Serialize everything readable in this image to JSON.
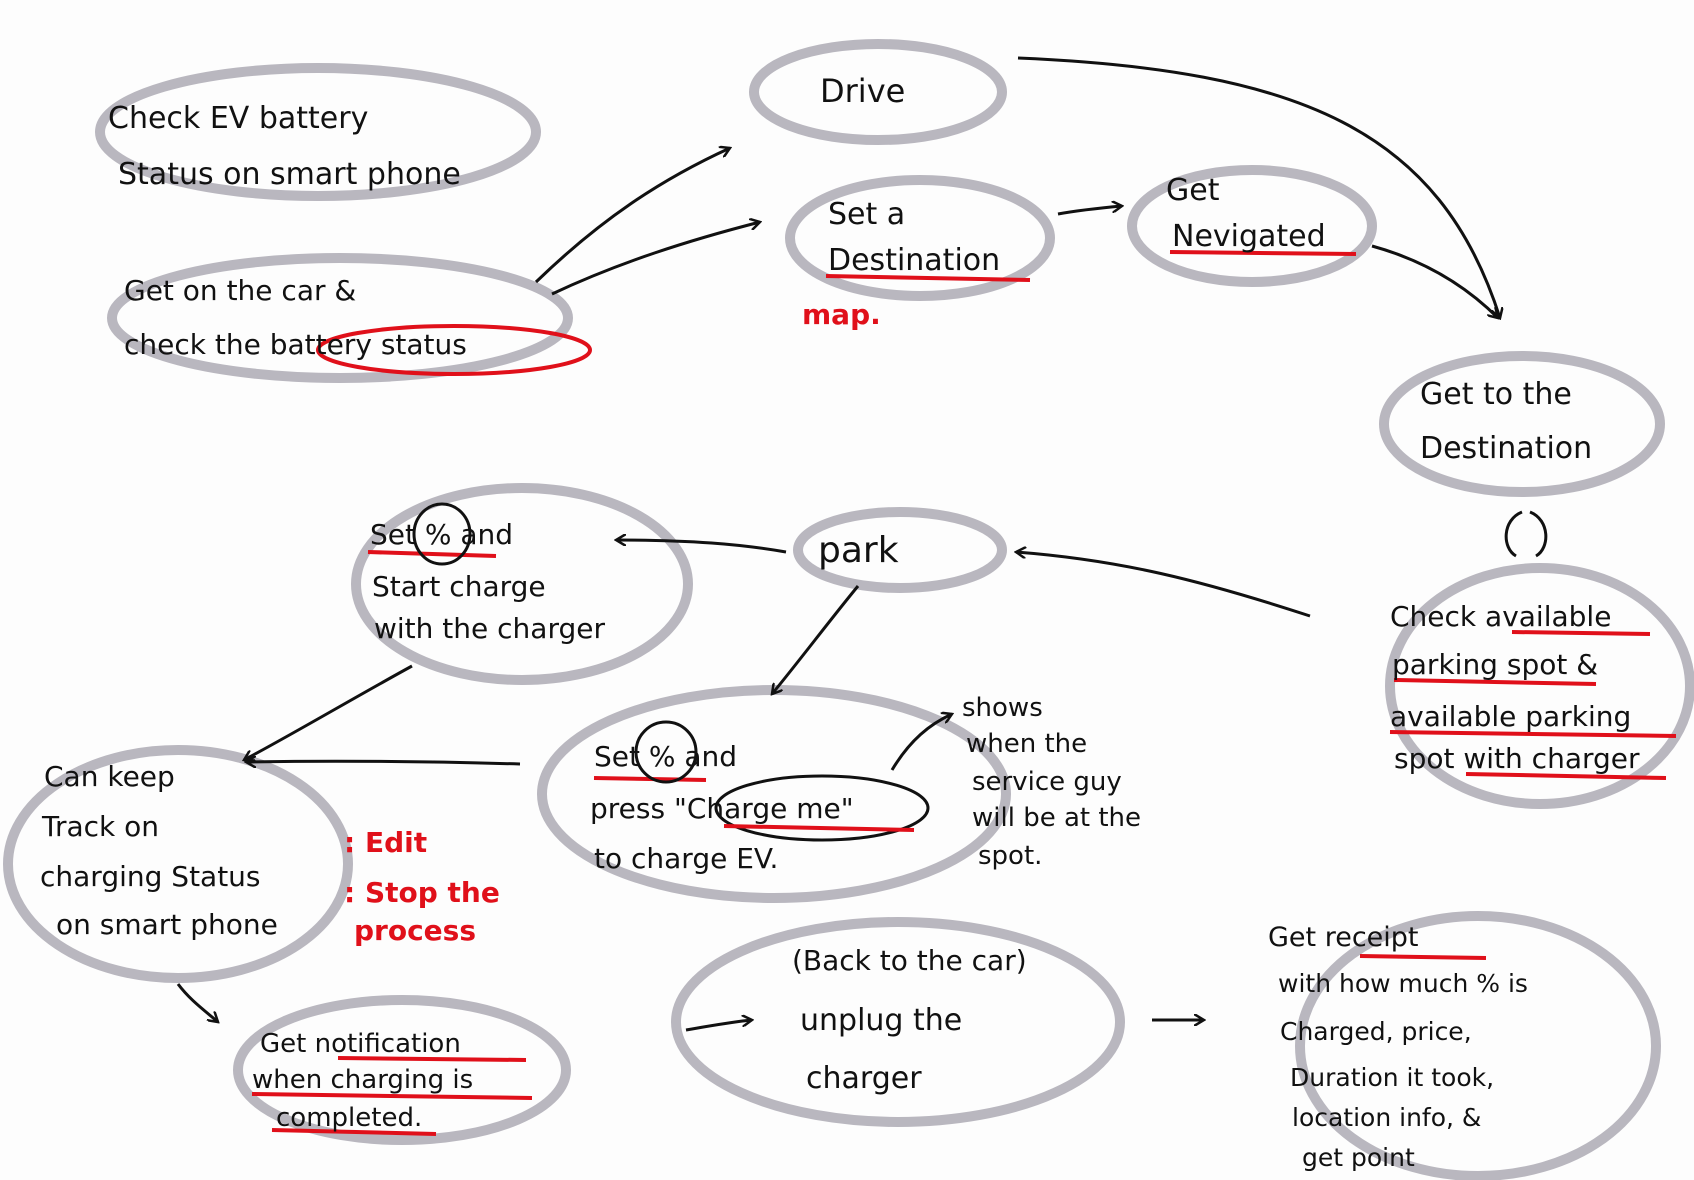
{
  "nodes": {
    "check_ev_battery": {
      "lines": [
        "Check EV battery",
        "Status on smart phone"
      ]
    },
    "get_on_car": {
      "lines": [
        "Get on the car &",
        "check the battery status"
      ]
    },
    "drive": {
      "lines": [
        "Drive"
      ]
    },
    "set_destination": {
      "lines": [
        "Set a",
        "Destination"
      ]
    },
    "get_navigated": {
      "lines": [
        "Get",
        "Nevigated"
      ]
    },
    "get_to_destination": {
      "lines": [
        "Get to the",
        "Destination"
      ]
    },
    "check_parking": {
      "lines": [
        "Check available",
        "parking spot &",
        "available parking",
        "spot with charger"
      ]
    },
    "park": {
      "lines": [
        "park"
      ]
    },
    "set_start_charge": {
      "lines": [
        "Set % and",
        "Start charge",
        "with the charger"
      ]
    },
    "set_charge_me": {
      "lines": [
        "Set % and",
        "press \"Charge me\"",
        "to charge EV."
      ]
    },
    "keep_track": {
      "lines": [
        "Can keep",
        "Track on",
        "charging Status",
        "on smart phone"
      ]
    },
    "get_notification": {
      "lines": [
        "Get notification",
        "when charging is",
        "completed."
      ]
    },
    "unplug": {
      "lines": [
        "(Back to the car)",
        "unplug the",
        "charger"
      ]
    },
    "receipt": {
      "lines": [
        "Get receipt",
        "with how much % is",
        "Charged, price,",
        "Duration it took,",
        "location info, &",
        "get point"
      ]
    }
  },
  "annotations": {
    "map_note": "map.",
    "edit_note": ": Edit",
    "stop_note": ": Stop the process",
    "shows_note": [
      "shows",
      "when the",
      "service guy",
      "will be at the",
      "spot."
    ]
  },
  "colors": {
    "ink": "#111111",
    "bubble": "#b9b7bf",
    "highlight": "#e0101a"
  }
}
